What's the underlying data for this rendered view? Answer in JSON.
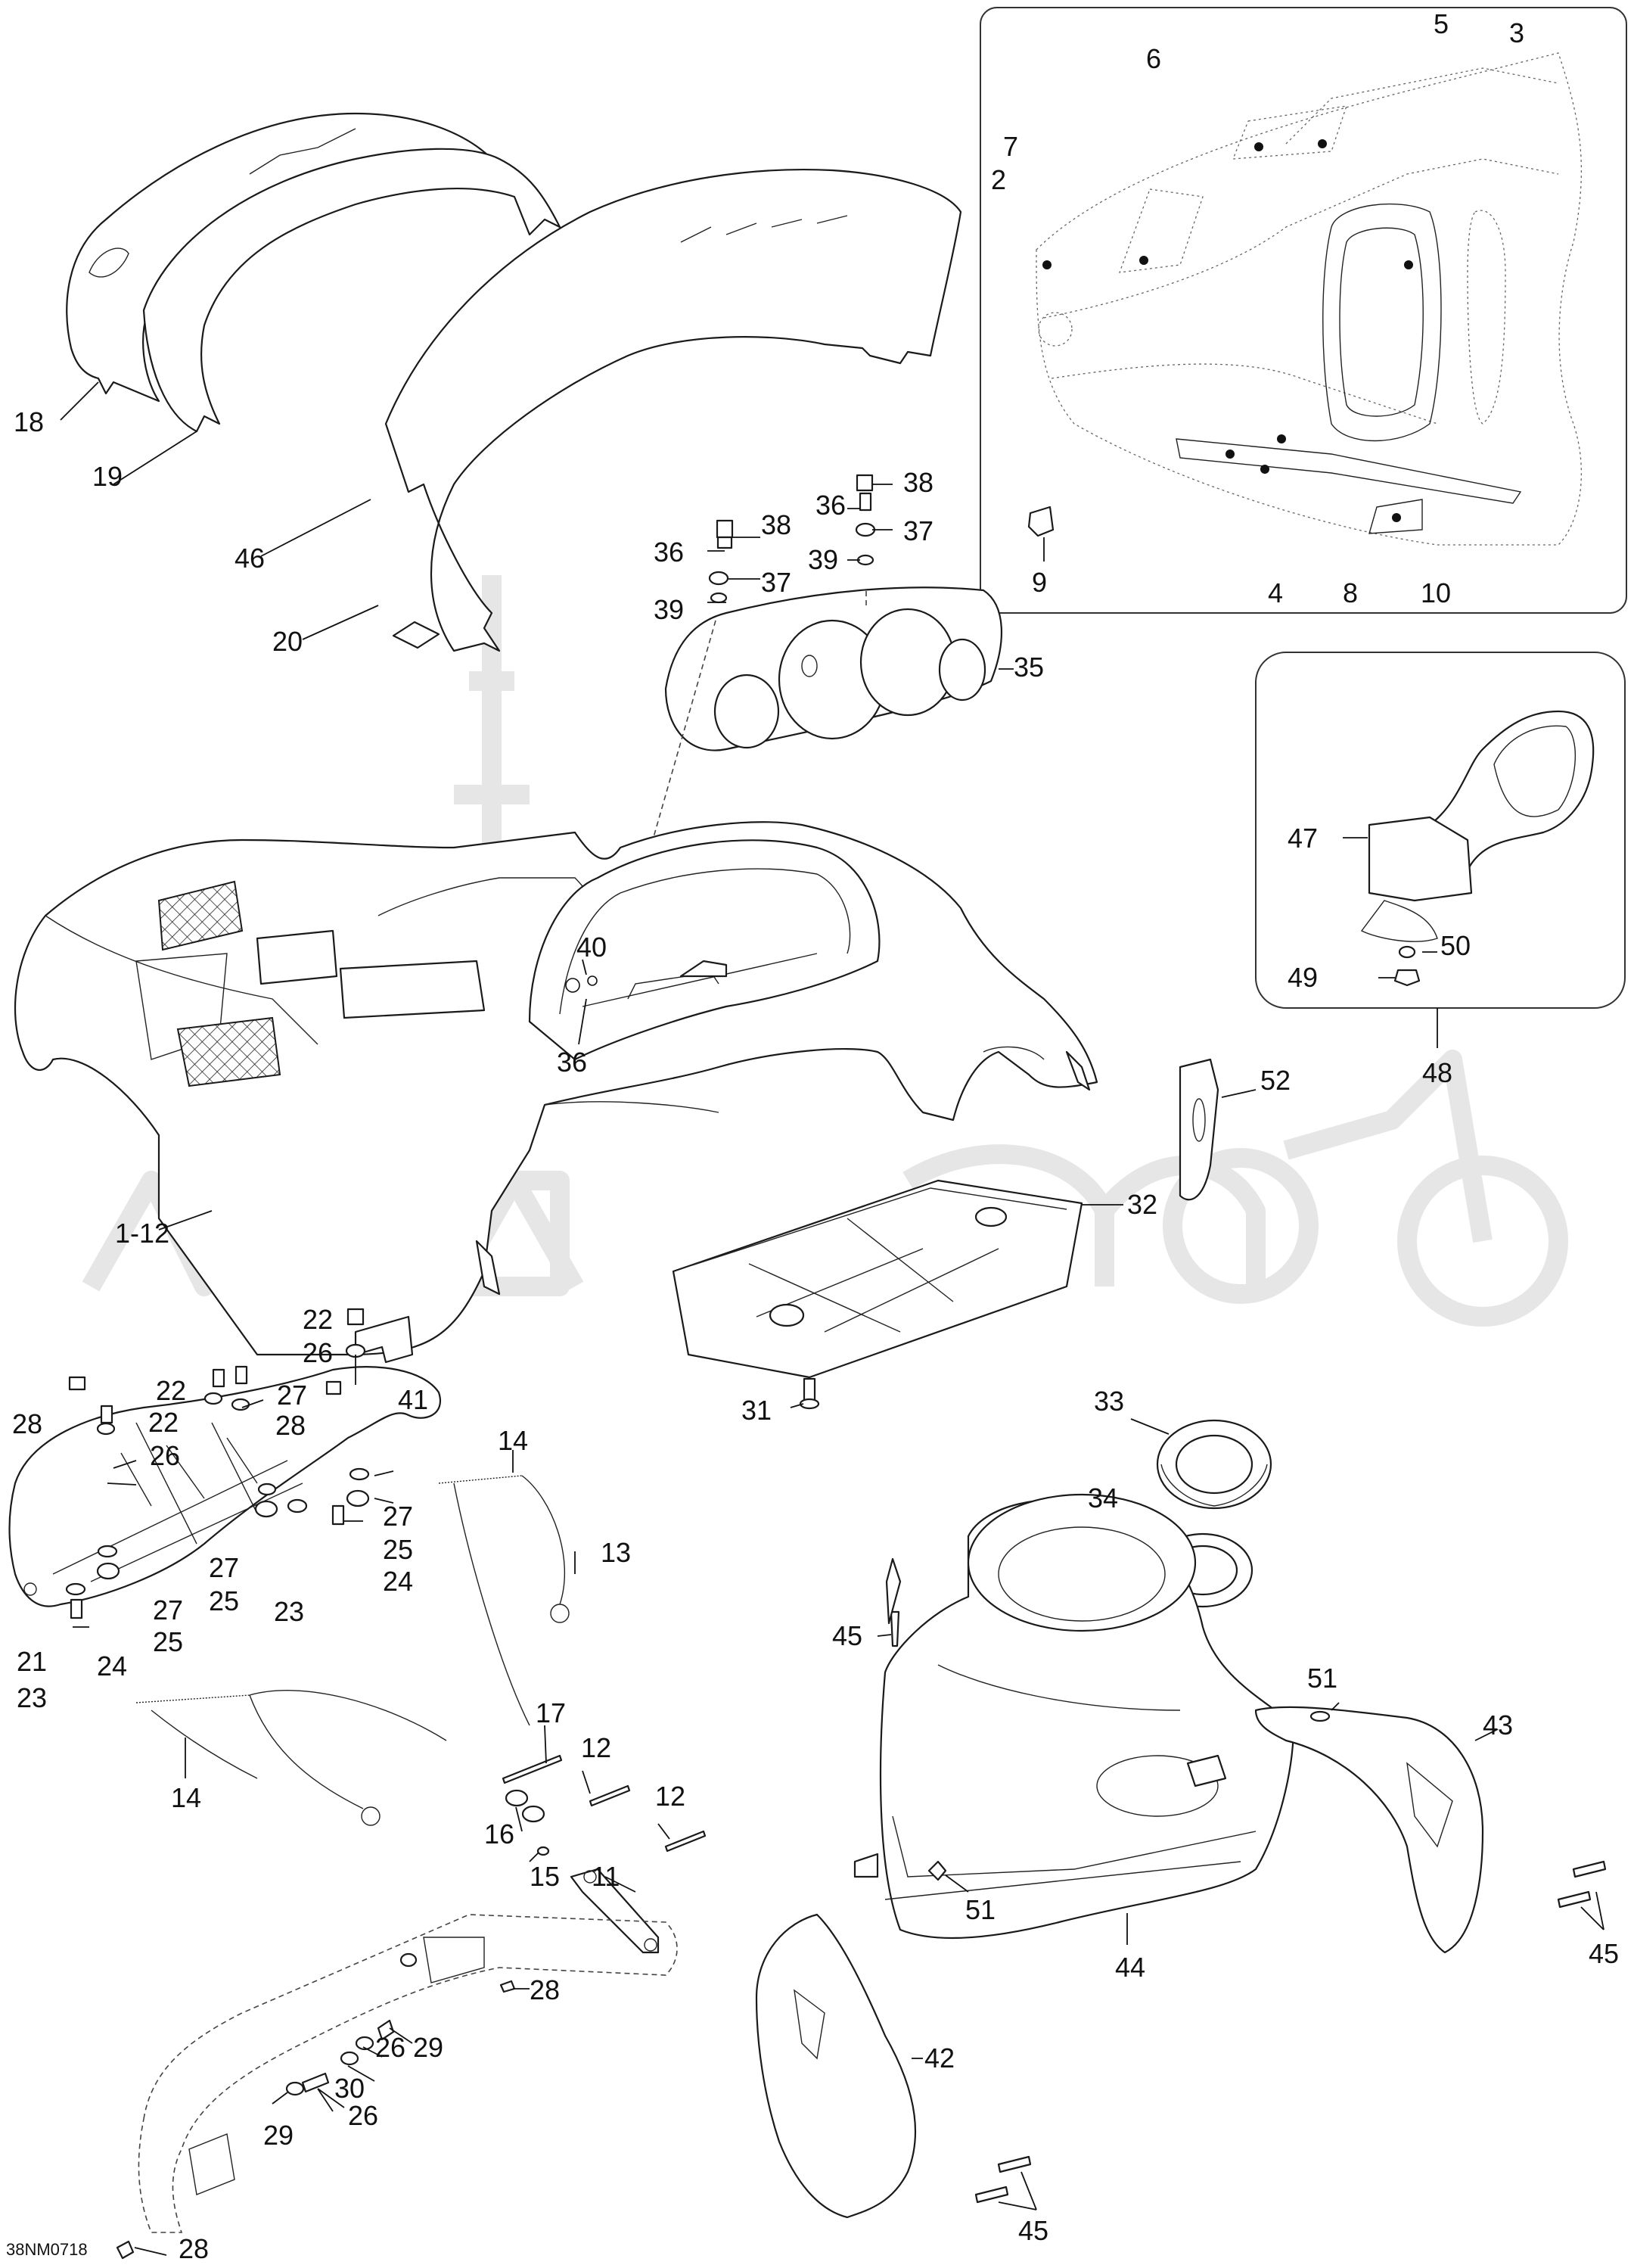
{
  "diagram": {
    "drawing_code": "38NM0718",
    "callouts": {
      "c1_12": "1-12",
      "c2": "2",
      "c3": "3",
      "c4": "4",
      "c5": "5",
      "c6": "6",
      "c7": "7",
      "c8": "8",
      "c9": "9",
      "c10": "10",
      "c11": "11",
      "c12": "12",
      "c13": "13",
      "c14": "14",
      "c15": "15",
      "c16": "16",
      "c17": "17",
      "c18": "18",
      "c19": "19",
      "c20": "20",
      "c21": "21",
      "c22": "22",
      "c23": "23",
      "c24": "24",
      "c25": "25",
      "c26": "26",
      "c27": "27",
      "c28": "28",
      "c29": "29",
      "c30": "30",
      "c31": "31",
      "c32": "32",
      "c33": "33",
      "c34": "34",
      "c35": "35",
      "c36": "36",
      "c37": "37",
      "c38": "38",
      "c39": "39",
      "c40": "40",
      "c41": "41",
      "c42": "42",
      "c43": "43",
      "c44": "44",
      "c45": "45",
      "c46": "46",
      "c47": "47",
      "c48": "48",
      "c49": "49",
      "c50": "50",
      "c51": "51",
      "c52": "52"
    }
  }
}
